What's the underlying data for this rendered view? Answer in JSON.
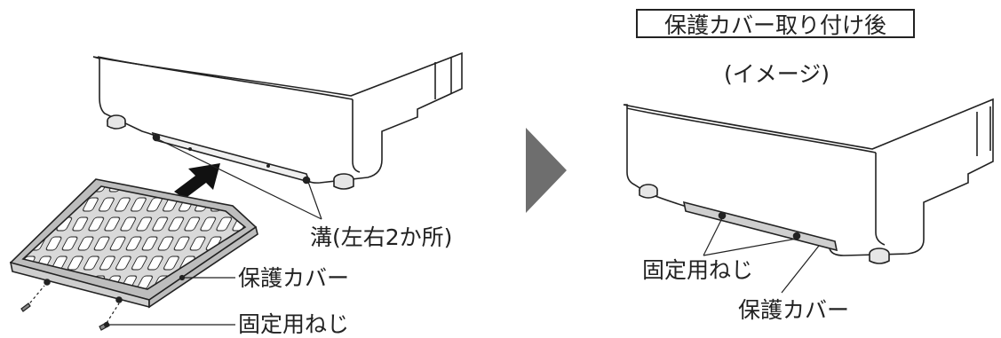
{
  "left": {
    "groove_label": "溝(左右2か所)",
    "cover_label": "保護カバー",
    "screw_label": "固定用ねじ"
  },
  "right": {
    "title": "保護カバー取り付け後",
    "subtitle": "(イメージ)",
    "screw_label": "固定用ねじ",
    "cover_label": "保護カバー"
  },
  "colors": {
    "line": "#222222",
    "machine_fill": "#ffffff",
    "cover_fill": "#d8d8d8",
    "arrow": "#111111",
    "step_arrow": "#6e6e6e"
  },
  "icons": {
    "step": "right-triangle-icon",
    "insert": "up-right-arrow-icon"
  }
}
